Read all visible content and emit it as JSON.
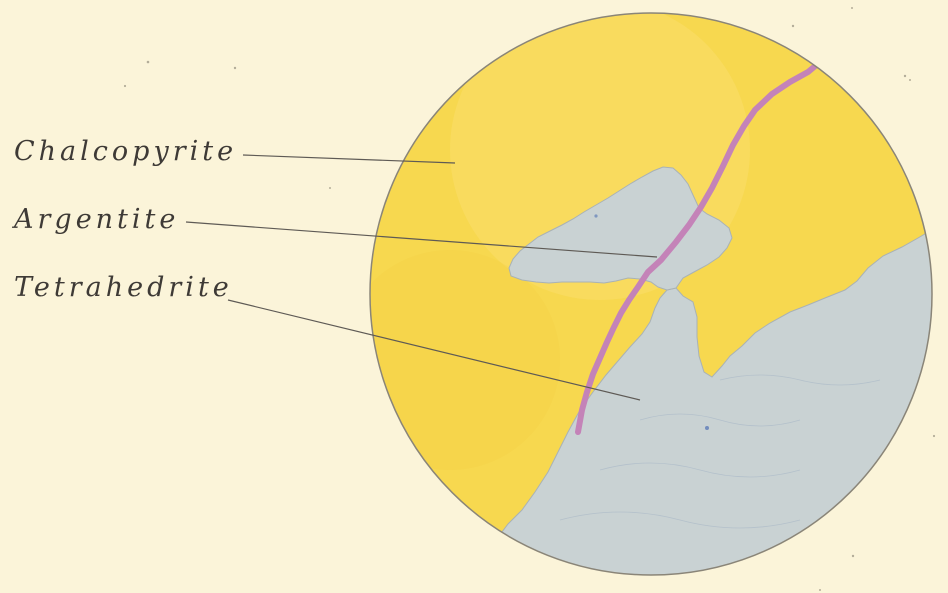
{
  "labels": {
    "chalcopyrite": "Chalcopyrite",
    "argentite": "Argentite",
    "tetrahedrite": "Tetrahedrite"
  },
  "colors": {
    "paper": "#fbf4d9",
    "chalcopyrite": "#f7d84f",
    "argentite": "#c9d2d3",
    "tetrahedrite": "#c9d2d3",
    "vein": "#c483b8",
    "outline": "#8a8578",
    "leader_line": "#5e5a55"
  }
}
